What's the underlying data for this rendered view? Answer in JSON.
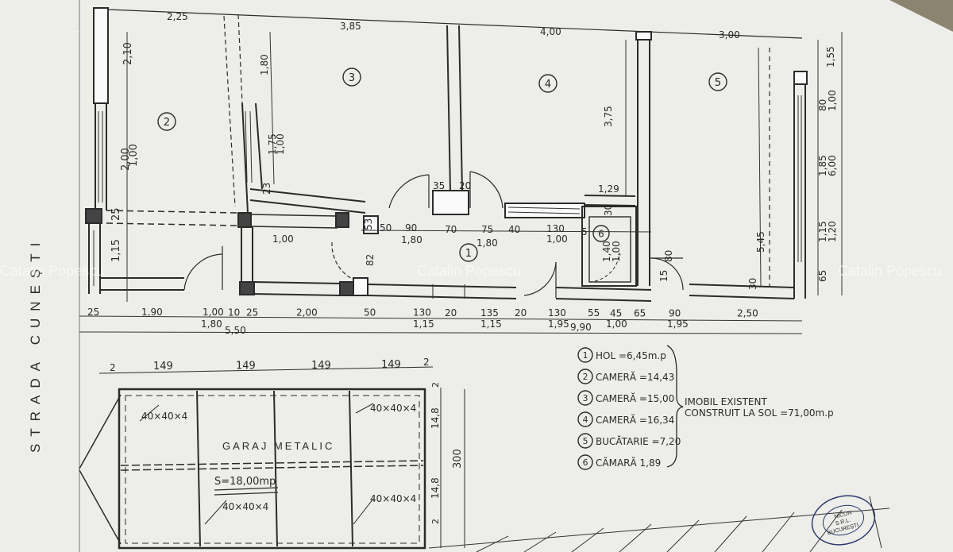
{
  "street_label": "STRADA CUNEȘTI",
  "watermark": "Catalin Popescu",
  "rooms": [
    {
      "num": "1",
      "name": "HOL",
      "area": "=6,45m.p"
    },
    {
      "num": "2",
      "name": "CAMERĂ",
      "area": "=14,43"
    },
    {
      "num": "3",
      "name": "CAMERĂ",
      "area": "=15,00"
    },
    {
      "num": "4",
      "name": "CAMERĂ",
      "area": "=16,34"
    },
    {
      "num": "5",
      "name": "BUCĂTARIE",
      "area": "=7,20"
    },
    {
      "num": "6",
      "name": "CĂMARĂ",
      "area": "1,89"
    }
  ],
  "building_note": {
    "line1": "IMOBIL EXISTENT",
    "line2": "CONSTRUIT LA SOL =71,00m.p"
  },
  "garage": {
    "title": "GARAJ  METALIC",
    "area": "S=18,00mp",
    "profile": "40×40×4",
    "bays": [
      "149",
      "149",
      "149",
      "149"
    ],
    "edge": "2",
    "depth": "300",
    "half": "14,8",
    "small": "2"
  },
  "dims_top": [
    "2,25",
    "3,85",
    "4,00",
    "3,00"
  ],
  "dims_bottom_row1": [
    "25",
    "1,90",
    "1,00",
    "10",
    "25",
    "2,00",
    "50",
    "130",
    "20",
    "135",
    "20",
    "130",
    "55",
    "45",
    "65",
    "90",
    "2,50"
  ],
  "dims_bottom_row2": [
    "1,80",
    "5,50",
    "1,15",
    "1,15",
    "1,95",
    "1,00",
    "1,95",
    "9,90"
  ],
  "dims_hol": [
    "50",
    "90",
    "70",
    "75",
    "40",
    "130",
    "5",
    "1,80",
    "1,80",
    "1,00"
  ],
  "dims_vertical_left": [
    "2,10",
    "2,00",
    "1,00",
    "25",
    "1,15"
  ],
  "dims_vertical_right": [
    "1,55",
    "80",
    "1,00",
    "1,85",
    "6,00",
    "1,15",
    "1,20",
    "65"
  ],
  "dims_interior": [
    "1,80",
    "1,75",
    "1,00",
    "23",
    "35",
    "20",
    "1,29",
    "3,75",
    "5,45",
    "30",
    "1,40",
    "1,00",
    "82",
    "53",
    "80",
    "30",
    "15"
  ],
  "stamp": {
    "lines": [
      "NICON",
      "S.R.L.",
      "BUCUREȘTI"
    ]
  }
}
